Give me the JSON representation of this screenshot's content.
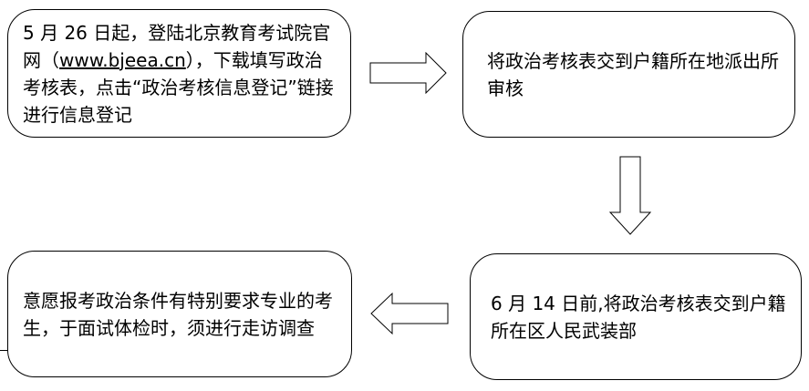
{
  "steps": {
    "step1": {
      "before_link": "5 月 26 日起，登陆北京教育考试院官网（",
      "link": "www.bjeea.cn",
      "after_link": "），下载填写政治考核表，点击“政治考核信息登记”链接进行信息登记"
    },
    "step2": {
      "text": "将政治考核表交到户籍所在地派出所审核"
    },
    "step3": {
      "text": "6 月 14 日前,将政治考核表交到户籍所在区人民武装部"
    },
    "step4": {
      "text": "意愿报考政治条件有特别要求专业的考生，于面试体检时，须进行走访调查"
    }
  },
  "arrows": {
    "arrow1": "right-arrow-icon",
    "arrow2": "down-arrow-icon",
    "arrow3": "left-arrow-icon"
  }
}
